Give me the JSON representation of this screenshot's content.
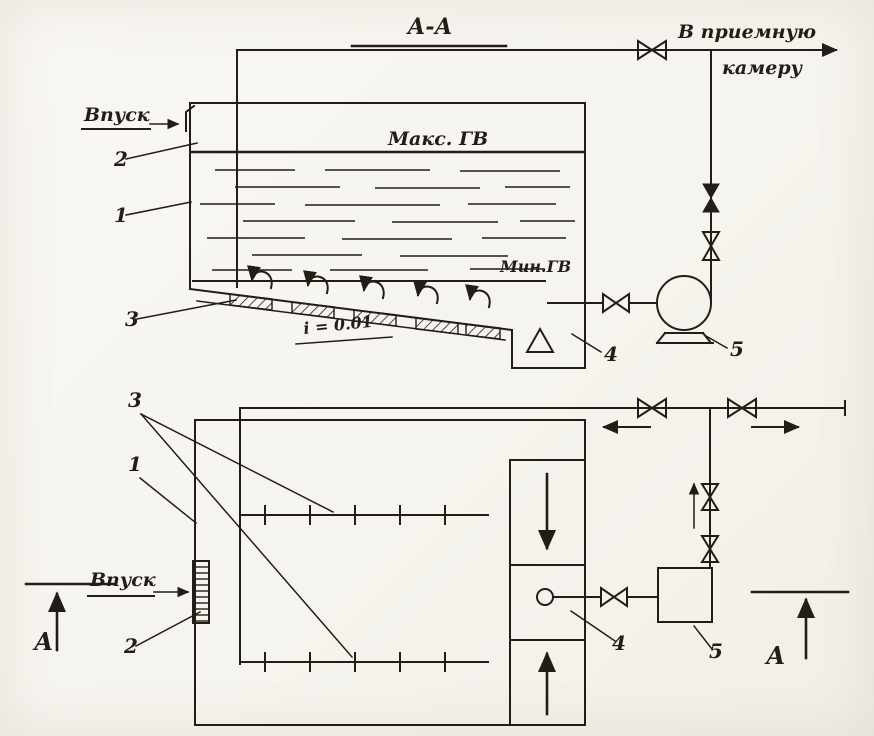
{
  "colors": {
    "paper": "#f7f5ef",
    "ink": "#221d16"
  },
  "section_view": {
    "title": "А-А",
    "outlet_label": {
      "line1": "В приемную",
      "line2": "камеру"
    },
    "inlet_label": "Впуск",
    "max_level_label": "Макс. ГВ",
    "min_level_label": "Мин.ГВ",
    "slope_label": "i = 0.01",
    "callouts": {
      "inlet": "2",
      "tank": "1",
      "bed": "3",
      "sump": "4",
      "pump": "5"
    }
  },
  "plan_view": {
    "inlet_label": "Впуск",
    "section_marker_left": "А",
    "section_marker_right": "А",
    "callouts": {
      "pipes": "3",
      "tank": "1",
      "screen": "2",
      "chamber": "4",
      "pump_box": "5"
    }
  }
}
